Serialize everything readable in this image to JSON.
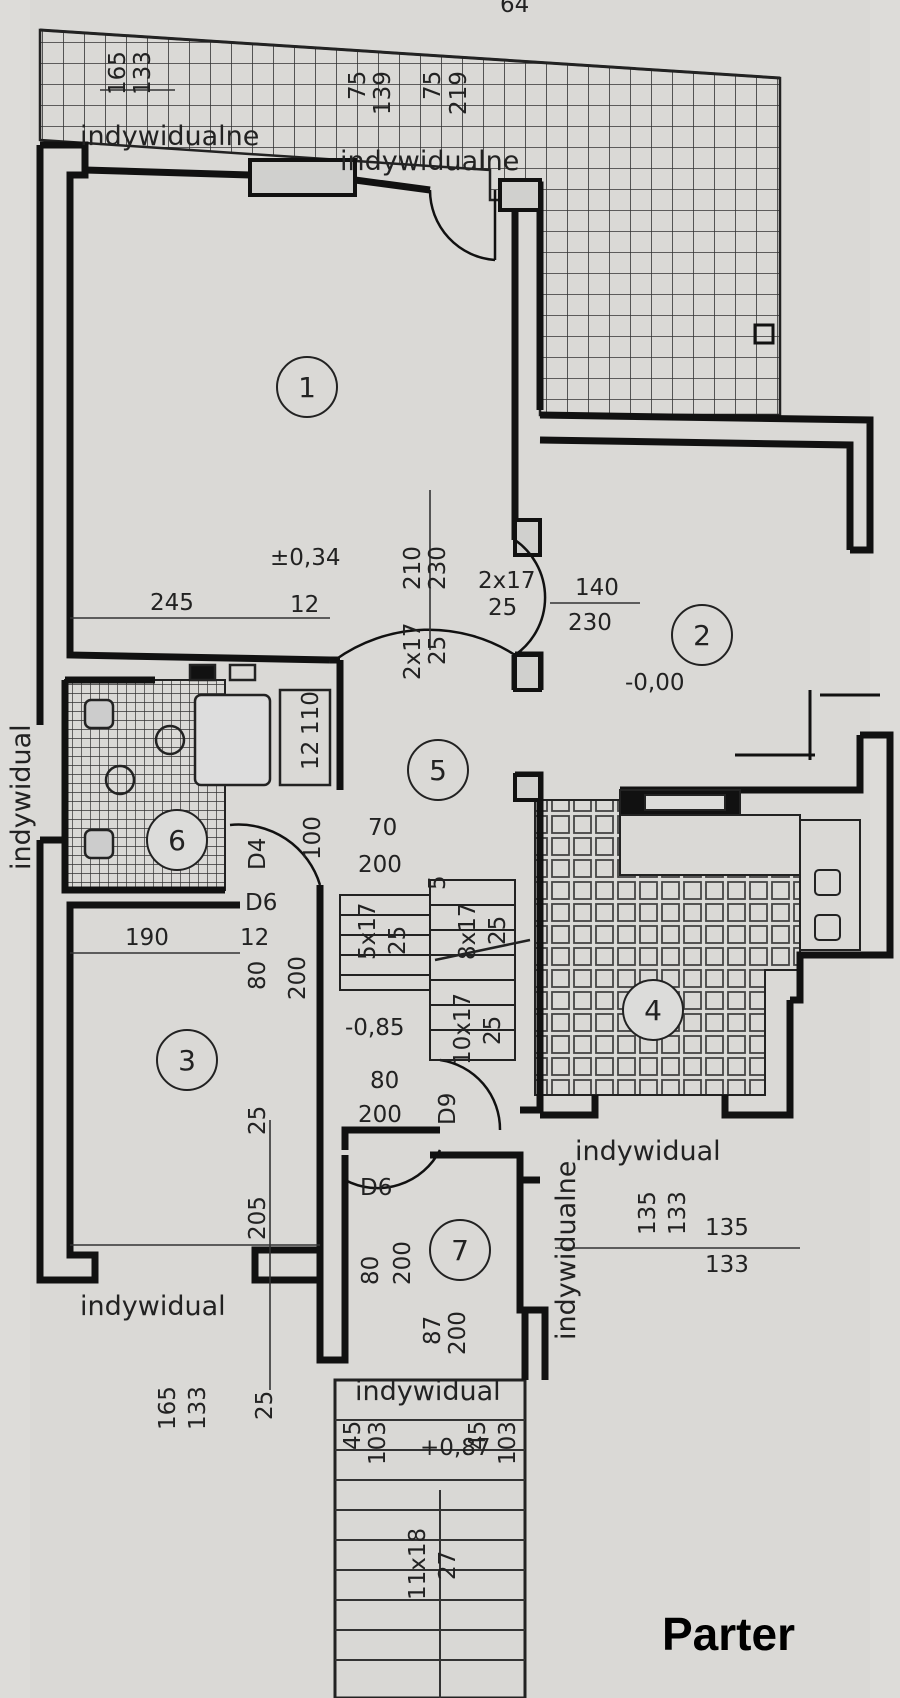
{
  "title": "Parter",
  "rooms": [
    {
      "number": "1"
    },
    {
      "number": "2"
    },
    {
      "number": "3"
    },
    {
      "number": "4"
    },
    {
      "number": "5"
    },
    {
      "number": "6"
    },
    {
      "number": "7"
    }
  ],
  "levels": {
    "room1": "±0,34",
    "room2": "-0,00",
    "stair": "-0,85",
    "entry": "+0,87"
  },
  "labels": {
    "individual_short": "indywidual",
    "individual_long": "indywidualne"
  },
  "dimensions": {
    "top_strip_1": "165",
    "top_strip_2": "133",
    "top_strip_3": "75",
    "top_strip_4": "139",
    "top_strip_5": "75",
    "top_strip_6": "219",
    "top_fragment": "64",
    "room1_width": "245",
    "room1_wall": "12",
    "door1_a": "210",
    "door1_b": "230",
    "stair_a": "2x17",
    "stair_a2": "25",
    "stair_b": "2x17",
    "stair_b2": "25",
    "opening_a": "140",
    "opening_b": "230",
    "wc_a": "12",
    "wc_b": "110",
    "door5_a": "70",
    "door5_b": "200",
    "door5_c": "100",
    "door_d4": "D4",
    "door_d6a": "D6",
    "door_d6b": "D6",
    "door_d9": "D9",
    "room3_width": "190",
    "room3_wall": "12",
    "door3_a": "80",
    "door3_b": "200",
    "stairs_5x17": "5x17",
    "stairs_5x17_b": "25",
    "stairs_8x17": "8x17",
    "stairs_8x17_b": "25",
    "stairs_10x17": "10x17",
    "stairs_10x17_b": "25",
    "stairs_5": "5",
    "door9_a": "80",
    "door9_b": "200",
    "room3_h_a": "25",
    "room3_h_b": "205",
    "door7_a": "80",
    "door7_b": "200",
    "win4_a": "135",
    "win4_b": "133",
    "win4_c": "135",
    "win4_d": "133",
    "bottom_left_a": "165",
    "bottom_left_b": "133",
    "bottom_left_c": "25",
    "entry_a": "87",
    "entry_b": "200",
    "entry_c1": "45",
    "entry_c2": "103",
    "entry_d1": "45",
    "entry_d2": "103",
    "front_stairs_a": "11x18",
    "front_stairs_b": "27"
  }
}
